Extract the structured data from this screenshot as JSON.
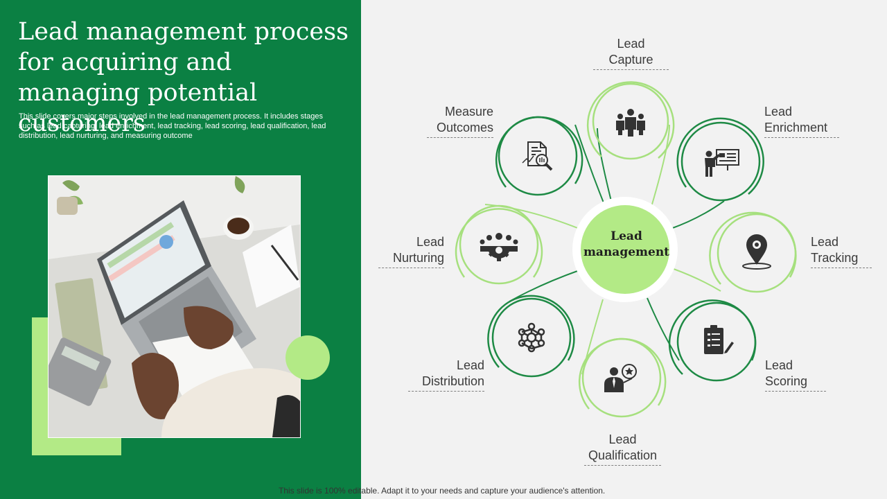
{
  "title": "Lead management process for acquiring and managing potential customers",
  "description": "This slide covers major steps involved in the lead management process. It includes stages such as lead capturing, lead enrichment, lead tracking, lead scoring, lead qualification, lead distribution, lead nurturing, and measuring outcome",
  "center": {
    "line1": "Lead",
    "line2": "management"
  },
  "steps": [
    {
      "line1": "Lead",
      "line2": "Capture",
      "icon": "team-icon"
    },
    {
      "line1": "Lead",
      "line2": "Enrichment",
      "icon": "presentation-icon"
    },
    {
      "line1": "Lead",
      "line2": "Tracking",
      "icon": "location-pin-icon"
    },
    {
      "line1": "Lead",
      "line2": "Scoring",
      "icon": "clipboard-icon"
    },
    {
      "line1": "Lead",
      "line2": "Qualification",
      "icon": "businessman-star-icon"
    },
    {
      "line1": "Lead",
      "line2": "Distribution",
      "icon": "network-icon"
    },
    {
      "line1": "Lead",
      "line2": "Nurturing",
      "icon": "team-gear-icon"
    },
    {
      "line1": "Measure",
      "line2": "Outcomes",
      "icon": "report-magnifier-icon"
    }
  ],
  "footer": "This slide is 100% editable. Adapt it to your needs and capture your audience's attention.",
  "colors": {
    "panel_green": "#0b8043",
    "light_green": "#b3ea86",
    "dark_ring": "#1e8a45",
    "light_ring": "#a6e07e",
    "icon": "#333333"
  }
}
